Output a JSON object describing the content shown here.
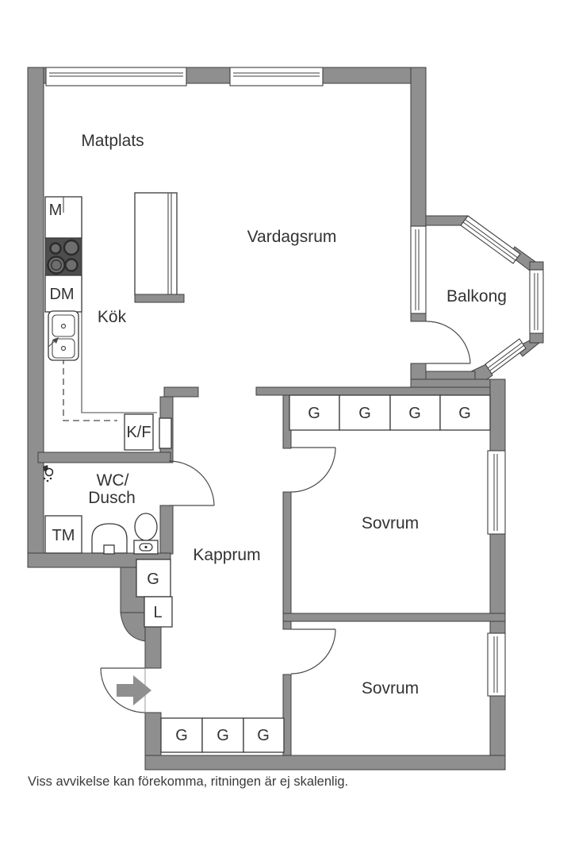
{
  "rooms": {
    "matplats": "Matplats",
    "vardagsrum": "Vardagsrum",
    "balkong": "Balkong",
    "kok": "Kök",
    "wc_dusch_line1": "WC/",
    "wc_dusch_line2": "Dusch",
    "kapprum": "Kapprum",
    "sovrum_1": "Sovrum",
    "sovrum_2": "Sovrum"
  },
  "fixtures": {
    "microwave": "M",
    "dishwasher": "DM",
    "fridge_freezer": "K/F",
    "washing_machine": "TM",
    "hall_wardrobe": "G",
    "linen_closet": "L"
  },
  "wardrobes": {
    "sovrum_row": [
      "G",
      "G",
      "G",
      "G"
    ],
    "entry_row": [
      "G",
      "G",
      "G"
    ]
  },
  "footer": {
    "disclaimer": "Viss avvikelse kan förekomma, ritningen är ej skalenlig."
  },
  "colors": {
    "wall": "#8F8F8F",
    "outline": "#3F3F3F",
    "stove": "#4D4D4D",
    "text": "#333333",
    "background": "#FFFFFF"
  }
}
